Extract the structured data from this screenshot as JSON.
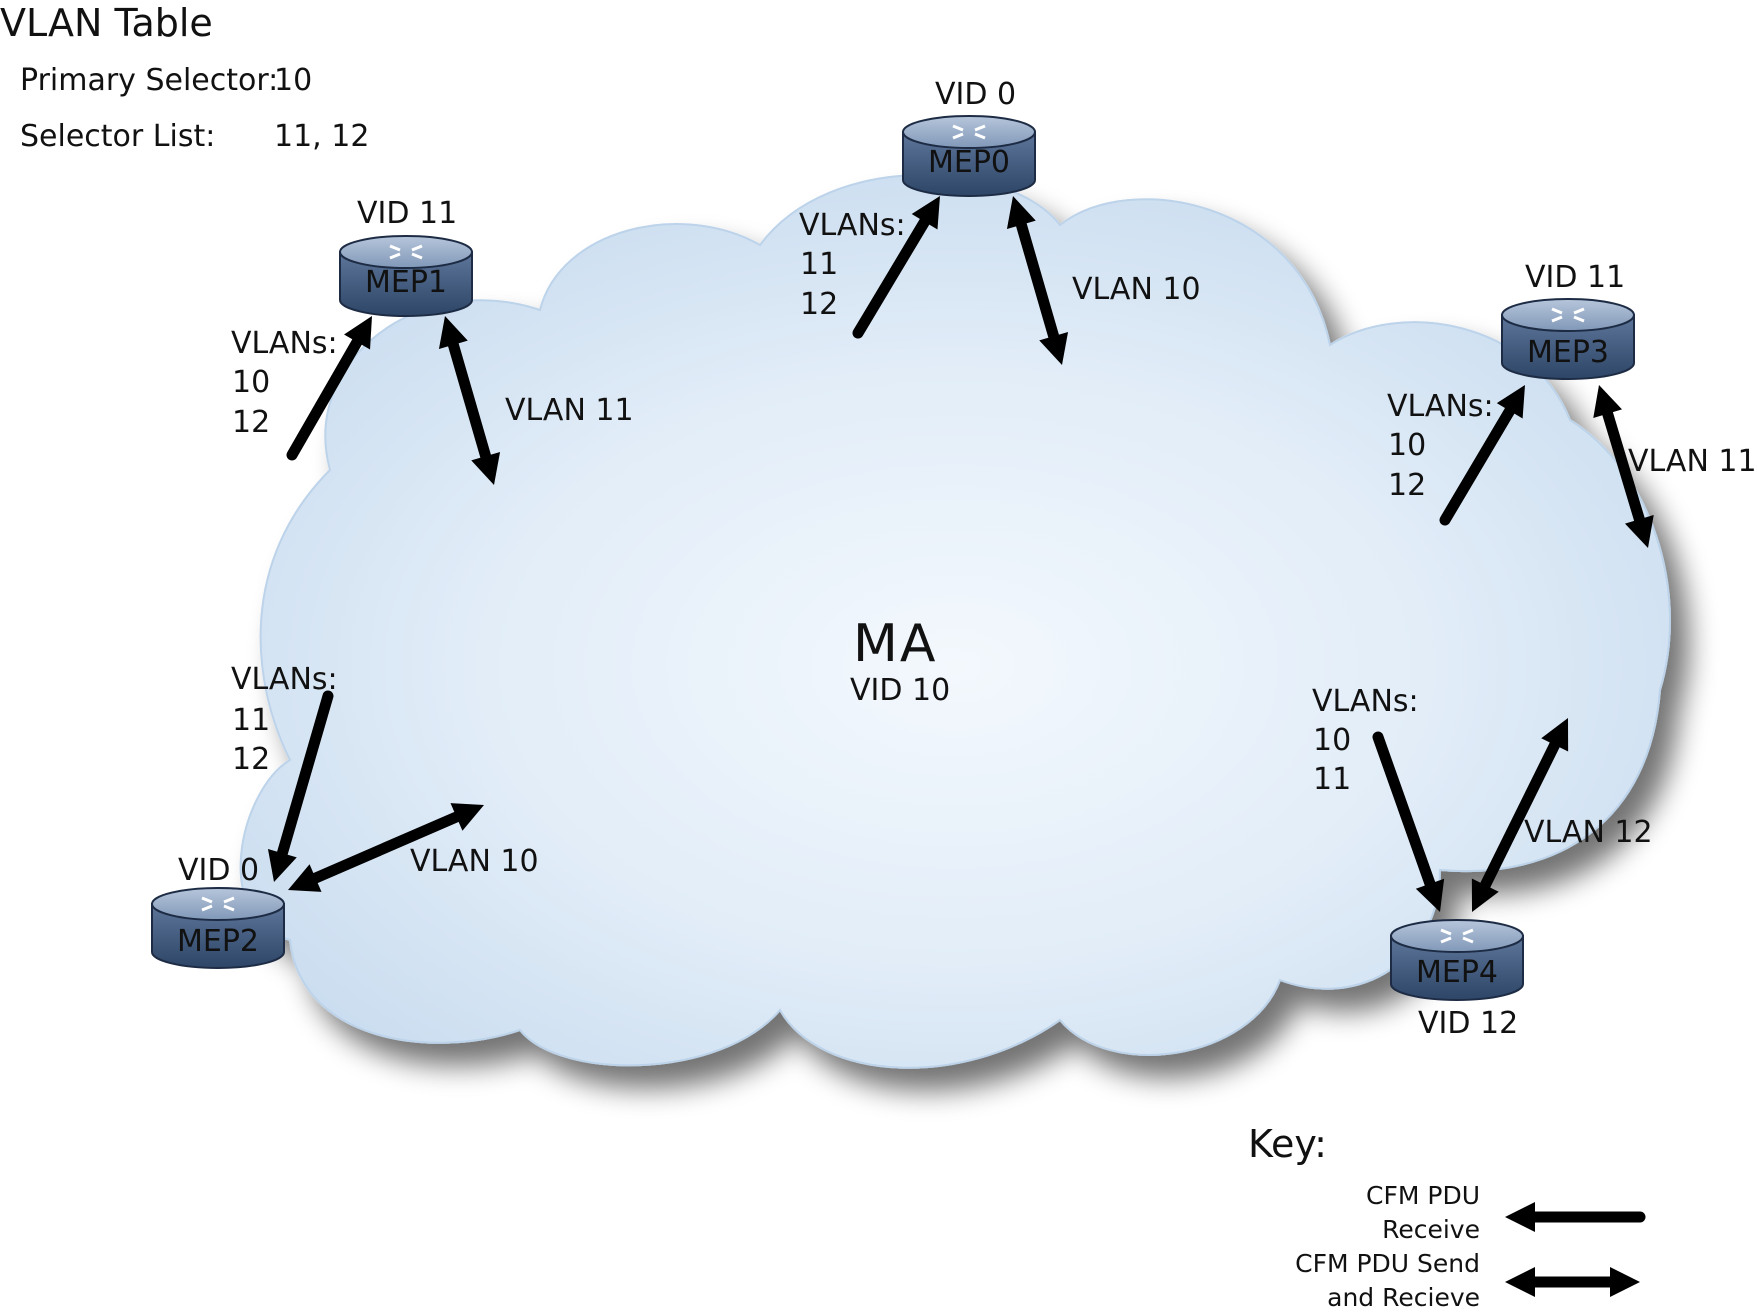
{
  "vlan_table": {
    "title": "VLAN Table",
    "primary_label": "Primary Selector:",
    "primary_value": "10",
    "list_label": "Selector List:",
    "list_value": "11, 12"
  },
  "ma": {
    "label": "MA",
    "vid": "VID 10"
  },
  "colors": {
    "cloud": "#dce8f6",
    "router_body": "#3d5779",
    "router_top": "#8fa5c2",
    "arrow": "#000000"
  },
  "meps": {
    "mep0": {
      "name": "MEP0",
      "vid": "VID 0",
      "vlans_label": "VLANs:",
      "vlan_a": "11",
      "vlan_b": "12",
      "link": "VLAN 10"
    },
    "mep1": {
      "name": "MEP1",
      "vid": "VID 11",
      "vlans_label": "VLANs:",
      "vlan_a": "10",
      "vlan_b": "12",
      "link": "VLAN 11"
    },
    "mep2": {
      "name": "MEP2",
      "vid": "VID 0",
      "vlans_label": "VLANs:",
      "vlan_a": "11",
      "vlan_b": "12",
      "link": "VLAN 10"
    },
    "mep3": {
      "name": "MEP3",
      "vid": "VID 11",
      "vlans_label": "VLANs:",
      "vlan_a": "10",
      "vlan_b": "12",
      "link": "VLAN 11"
    },
    "mep4": {
      "name": "MEP4",
      "vid": "VID 12",
      "vlans_label": "VLANs:",
      "vlan_a": "10",
      "vlan_b": "11",
      "link": "VLAN 12"
    }
  },
  "key": {
    "title": "Key:",
    "receive_line1": "CFM PDU",
    "receive_line2": "Receive",
    "send_line1": "CFM PDU Send",
    "send_line2": "and Recieve"
  }
}
